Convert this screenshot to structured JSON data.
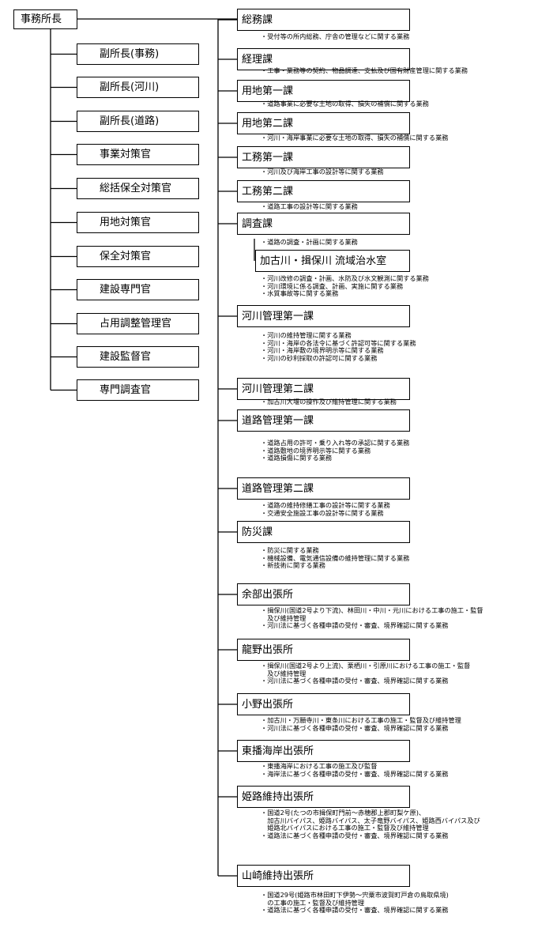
{
  "director": "事務所長",
  "subordinates": [
    "副所長(事務)",
    "副所長(河川)",
    "副所長(道路)",
    "事業対策官",
    "総括保全対策官",
    "用地対策官",
    "保全対策官",
    "建設専門官",
    "占用調整管理官",
    "建設監督官",
    "専門調査官"
  ],
  "departments": [
    {
      "name": "総務課",
      "duties": [
        "・受付等の所内総務、庁舎の管理などに関する業務"
      ]
    },
    {
      "name": "経理課",
      "duties": [
        "・工事・業務等の契約、物品調達、支払及び国有財産管理に関する業務"
      ]
    },
    {
      "name": "用地第一課",
      "duties": [
        "・道路事業に必要な土地の取得、損失の補償に関する業務"
      ]
    },
    {
      "name": "用地第二課",
      "duties": [
        "・河川・海岸事業に必要な土地の取得、損失の補償に関する業務"
      ]
    },
    {
      "name": "工務第一課",
      "duties": [
        "・河川及び海岸工事の設計等に関する業務"
      ]
    },
    {
      "name": "工務第二課",
      "duties": [
        "・道路工事の設計等に関する業務"
      ]
    },
    {
      "name": "調査課",
      "duties": [
        "・道路の調査・計画に関する業務"
      ]
    },
    {
      "name": "加古川・揖保川 流域治水室",
      "duties": [
        "・河川改修の調査・計画、水防及び水文観測に関する業務",
        "・河川環境に係る調査、計画、実施に関する業務",
        "・水質事故等に関する業務"
      ]
    },
    {
      "name": "河川管理第一課",
      "duties": [
        "・河川の維持管理に関する業務",
        "・河川・海岸の各法令に基づく許認可等に関する業務",
        "・河川・海岸敷の境界明示等に関する業務",
        "・河川の砂利採取の許認可に関する業務"
      ]
    },
    {
      "name": "河川管理第二課",
      "duties": [
        "・加古川大堰の操作及び維持管理に関する業務"
      ]
    },
    {
      "name": "道路管理第一課",
      "duties": [
        "・道路占用の許可・乗り入れ等の承認に関する業務",
        "・道路敷地の境界明示等に関する業務",
        "・道路損傷に関する業務"
      ]
    },
    {
      "name": "道路管理第二課",
      "duties": [
        "・道路の維持修繕工事の設計等に関する業務",
        "・交通安全施設工事の設計等に関する業務"
      ]
    },
    {
      "name": "防災課",
      "duties": [
        "・防災に関する業務",
        "・機械設備、電気通信設備の維持管理に関する業務",
        "・新技術に関する業務"
      ]
    },
    {
      "name": "余部出張所",
      "duties": [
        "・揖保川(国道2号より下流)、林田川・中川・元川における工事の施工・監督",
        "　及び維持管理",
        "・河川法に基づく各種申請の受付・審査、境界確認に関する業務"
      ]
    },
    {
      "name": "龍野出張所",
      "duties": [
        "・揖保川(国道2号より上流)、栗栖川・引原川における工事の施工・監督",
        "　及び維持管理",
        "・河川法に基づく各種申請の受付・審査、境界確認に関する業務"
      ]
    },
    {
      "name": "小野出張所",
      "duties": [
        "・加古川・万願寺川・東条川における工事の施工・監督及び維持管理",
        "・河川法に基づく各種申請の受付・審査、境界確認に関する業務"
      ]
    },
    {
      "name": "東播海岸出張所",
      "duties": [
        "・東播海岸における工事の施工及び監督",
        "・海岸法に基づく各種申請の受付・審査、境界確認に関する業務"
      ]
    },
    {
      "name": "姫路維持出張所",
      "duties": [
        "・国道2号(たつの市揖保町門前～赤穂郡上郡町梨ケ原)、",
        "　加古川バイパス、姫路バイパス、太子竜野バイパス、姫路西バイパス及び",
        "　姫路北バイパスにおける工事の施工・監督及び維持管理",
        "・道路法に基づく各種申請の受付・審査、境界確認に関する業務"
      ]
    },
    {
      "name": "山崎維持出張所",
      "duties": [
        "・国道29号(姫路市林田町下伊勢～宍粟市波賀町戸倉の鳥取県境)",
        "　の工事の施工・監督及び維持管理",
        "・道路法に基づく各種申請の受付・審査、境界確認に関する業務"
      ]
    }
  ]
}
